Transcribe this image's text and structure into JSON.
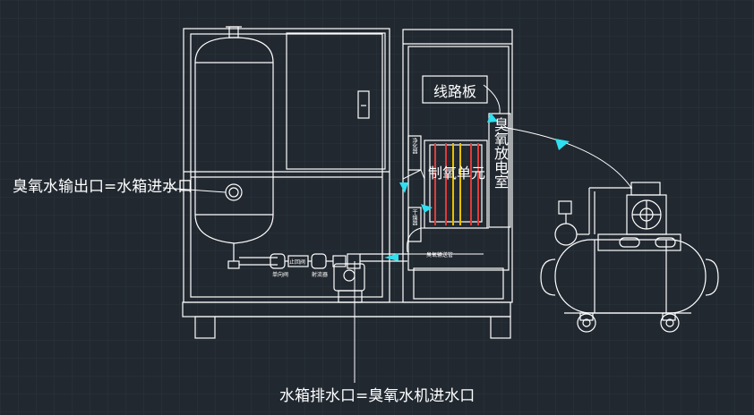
{
  "labels": {
    "ozone_water_outlet": "臭氧水输出口=水箱进水口",
    "tank_drain": "水箱排水口=臭氧水机进水口",
    "circuit_board": "线路板",
    "ozone_unit": "制氧单元",
    "discharge_chamber": "臭氧放电室",
    "dryer_label": "干燥器",
    "small_left_1": "净化器",
    "valve_1": "单向阀",
    "valve_2": "止回阀",
    "valve_3": "射流器",
    "pipe_label": "臭氧输送管"
  },
  "colors": {
    "background": "#212830",
    "outline": "#ffffff",
    "flow_arrow": "#2ee0f0",
    "grid": "#2b333c",
    "tube_red": "#e03a3a",
    "tube_yellow": "#e6c000"
  }
}
